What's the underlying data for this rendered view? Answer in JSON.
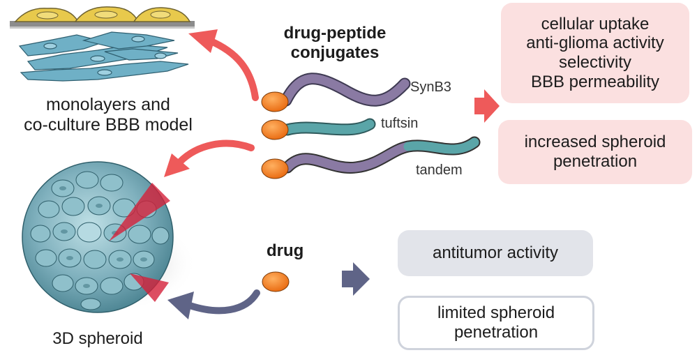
{
  "diagram": {
    "bbb_model_label": [
      "monolayers and",
      "co-culture BBB model"
    ],
    "spheroid_label": "3D spheroid",
    "conjugates_title": [
      "drug-peptide",
      "conjugates"
    ],
    "peptides": [
      {
        "name": "SynB3",
        "color": "#8a7aa3"
      },
      {
        "name": "tuftsin",
        "color": "#5aa5a8"
      },
      {
        "name": "tandem",
        "color": "#8a7aa3"
      }
    ],
    "drug_label": "drug",
    "conjugate_outcomes": {
      "box1": [
        "cellular uptake",
        "anti-glioma activity",
        "selectivity",
        "BBB permeability"
      ],
      "box2": [
        "increased spheroid",
        "penetration"
      ],
      "fill": "#fbe0e0"
    },
    "drug_outcomes": {
      "box1": [
        "antitumor activity"
      ],
      "box2": [
        "limited spheroid",
        "penetration"
      ],
      "fill": "#e2e4ea",
      "border": "#cfd3dc"
    },
    "colors": {
      "drug_orange": "#f07a18",
      "red_arrow": "#ee5a5a",
      "navy_arrow": "#5f6487",
      "spheroid": "#7fb0bd"
    }
  }
}
